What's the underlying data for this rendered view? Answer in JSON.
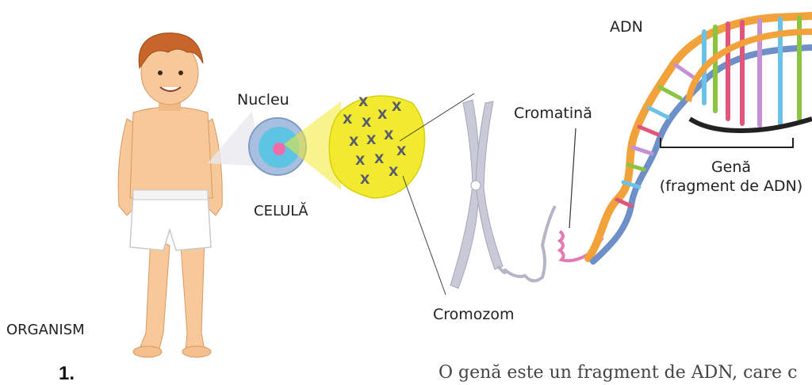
{
  "labels": {
    "organism": "ORGANISM",
    "nucleus": "Nucleu",
    "cell": "CELULĂ",
    "chromosome": "Cromozom",
    "chromatin": "Cromatină",
    "dna": "ADN",
    "gene_line1": "Genă",
    "gene_line2": "(fragment de ADN)"
  },
  "figure_number": "1.",
  "caption_fragment": "O genă este un fragment de ADN, care c",
  "colors": {
    "skin": "#f6c89a",
    "hair": "#c8652a",
    "cell_cytoplasm": "#9ec6e6",
    "nucleus": "#f06ca8",
    "nucleus_zoom": "#f2ea2e",
    "chromosome": "#c9c9d8",
    "dna_backbone_orange": "#f2a23a",
    "dna_backbone_blue": "#6e8fc7"
  }
}
